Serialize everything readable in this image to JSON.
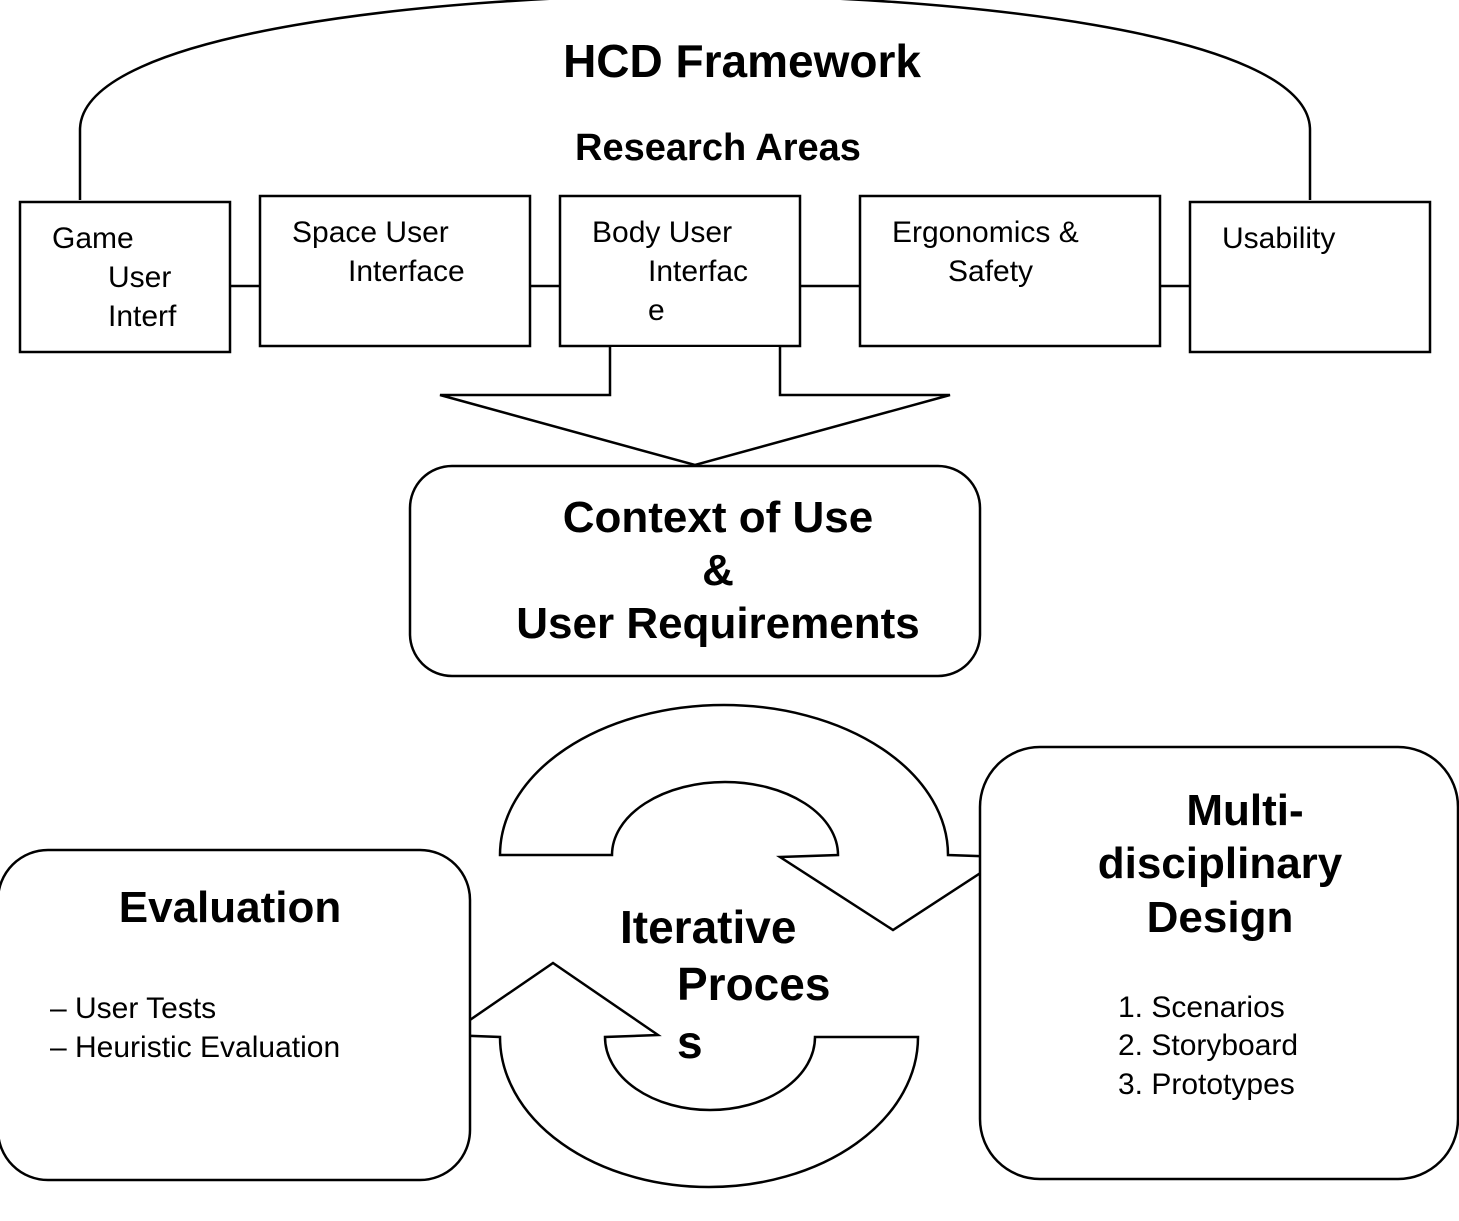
{
  "title": "HCD Framework",
  "research_heading": "Research Areas",
  "research_areas": [
    {
      "lines": [
        "Game",
        "User",
        "Interf"
      ]
    },
    {
      "lines": [
        "Space User",
        "Interface"
      ]
    },
    {
      "lines": [
        "Body User",
        "Interfac",
        "e"
      ]
    },
    {
      "lines": [
        "Ergonomics &",
        "Safety"
      ]
    },
    {
      "lines": [
        "Usability"
      ]
    }
  ],
  "context": {
    "lines": [
      "Context of Use",
      "&",
      "User Requirements"
    ]
  },
  "iterative": {
    "lines": [
      "Iterative",
      "Proces",
      "s"
    ]
  },
  "evaluation": {
    "title": "Evaluation",
    "items": [
      "– User Tests",
      "– Heuristic Evaluation"
    ]
  },
  "design": {
    "title_lines": [
      "Multi-",
      "disciplinary",
      "Design"
    ],
    "items": [
      "1. Scenarios",
      "2. Storyboard",
      "3. Prototypes"
    ]
  }
}
